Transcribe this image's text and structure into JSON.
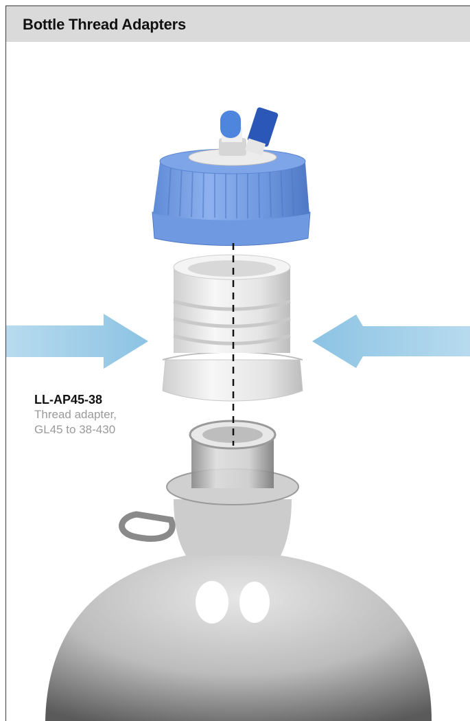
{
  "header": {
    "title": "Bottle Thread Adapters"
  },
  "callout": {
    "part_number": "LL-AP45-38",
    "description_line1": "Thread adapter,",
    "description_line2": "GL45 to 38-430"
  },
  "illustration": {
    "items": [
      "cap-with-ports",
      "thread-adapter",
      "glass-bottle"
    ],
    "colors": {
      "cap": "#6f99e0",
      "arrow": "#9ccbe6",
      "adapter": "#eeeeee",
      "glass": "#c0c0c0"
    }
  }
}
